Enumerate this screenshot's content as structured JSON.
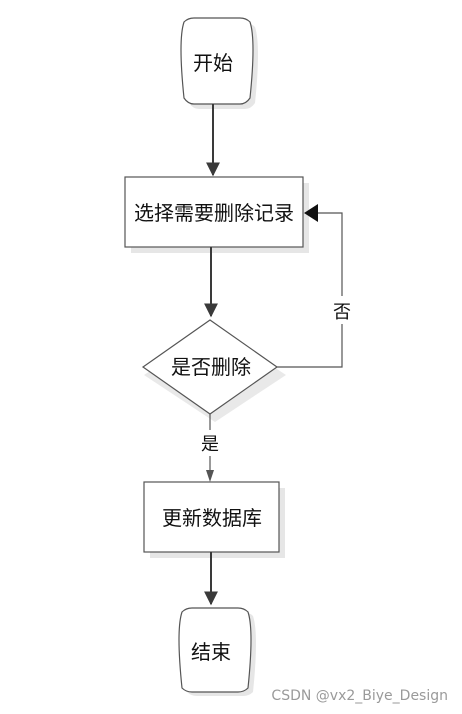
{
  "diagram": {
    "type": "flowchart",
    "nodes": {
      "start": {
        "label": "开始",
        "shape": "terminal"
      },
      "select": {
        "label": "选择需要删除记录",
        "shape": "process"
      },
      "decide": {
        "label": "是否删除",
        "shape": "decision"
      },
      "update": {
        "label": "更新数据库",
        "shape": "process"
      },
      "end": {
        "label": "结束",
        "shape": "terminal"
      }
    },
    "edges": [
      {
        "from": "开始",
        "to": "选择需要删除记录",
        "label": ""
      },
      {
        "from": "选择需要删除记录",
        "to": "是否删除",
        "label": ""
      },
      {
        "from": "是否删除",
        "to": "更新数据库",
        "label": "是"
      },
      {
        "from": "是否删除",
        "to": "选择需要删除记录",
        "label": "否"
      },
      {
        "from": "更新数据库",
        "to": "结束",
        "label": ""
      }
    ],
    "edge_labels": {
      "yes": "是",
      "no": "否"
    }
  },
  "watermark": "CSDN @vx2_Biye_Design",
  "colors": {
    "stroke": "#555555",
    "arrow": "#3a3a3a",
    "shadow": "#d9d9d9",
    "text": "#111111"
  }
}
